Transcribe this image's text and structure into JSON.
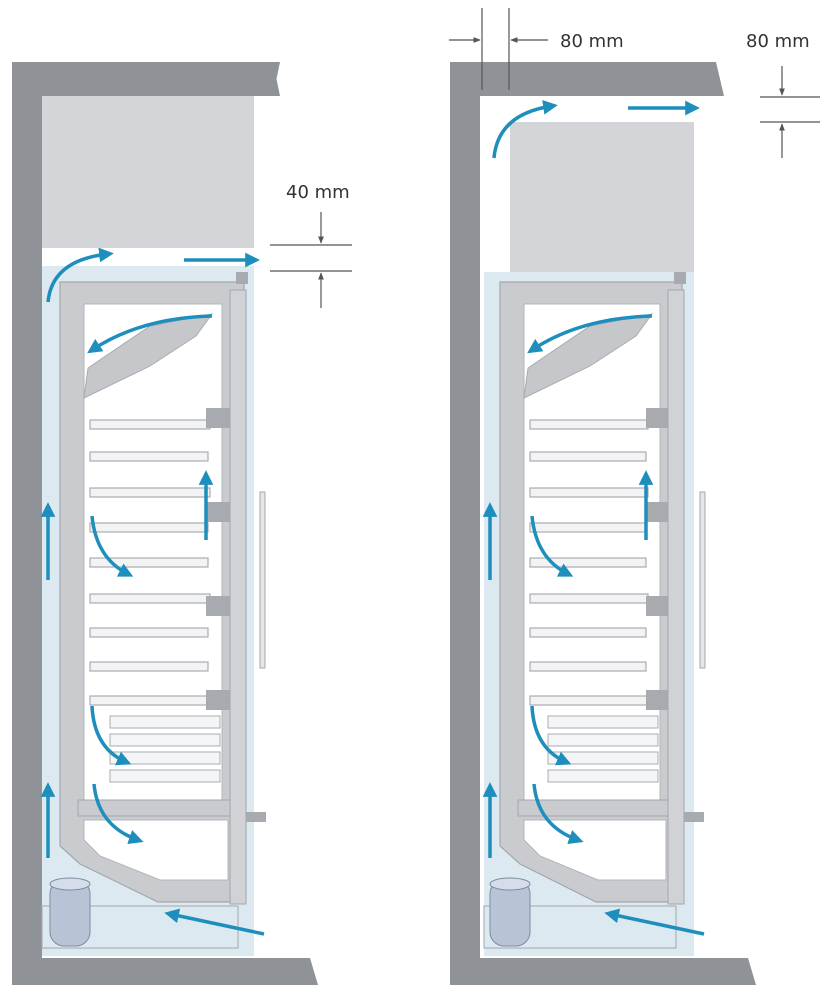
{
  "diagram": {
    "labels": {
      "left_top_gap": "40 mm",
      "right_side_gap": "80 mm",
      "right_top_gap": "80 mm"
    },
    "colors": {
      "wall": "#8f9398",
      "wall_edge": "#7c8086",
      "niche_fill": "#d3d5d8",
      "air_channel": "#dce9f0",
      "cabinet_wall": "#c9cbcf",
      "cabinet_edge": "#a4a7ac",
      "interior": "#ffffff",
      "shelf": "#bfc2c6",
      "airflow": "#1e8fbd",
      "dimension": "#555555",
      "compressor": "#b8c4d6"
    }
  }
}
